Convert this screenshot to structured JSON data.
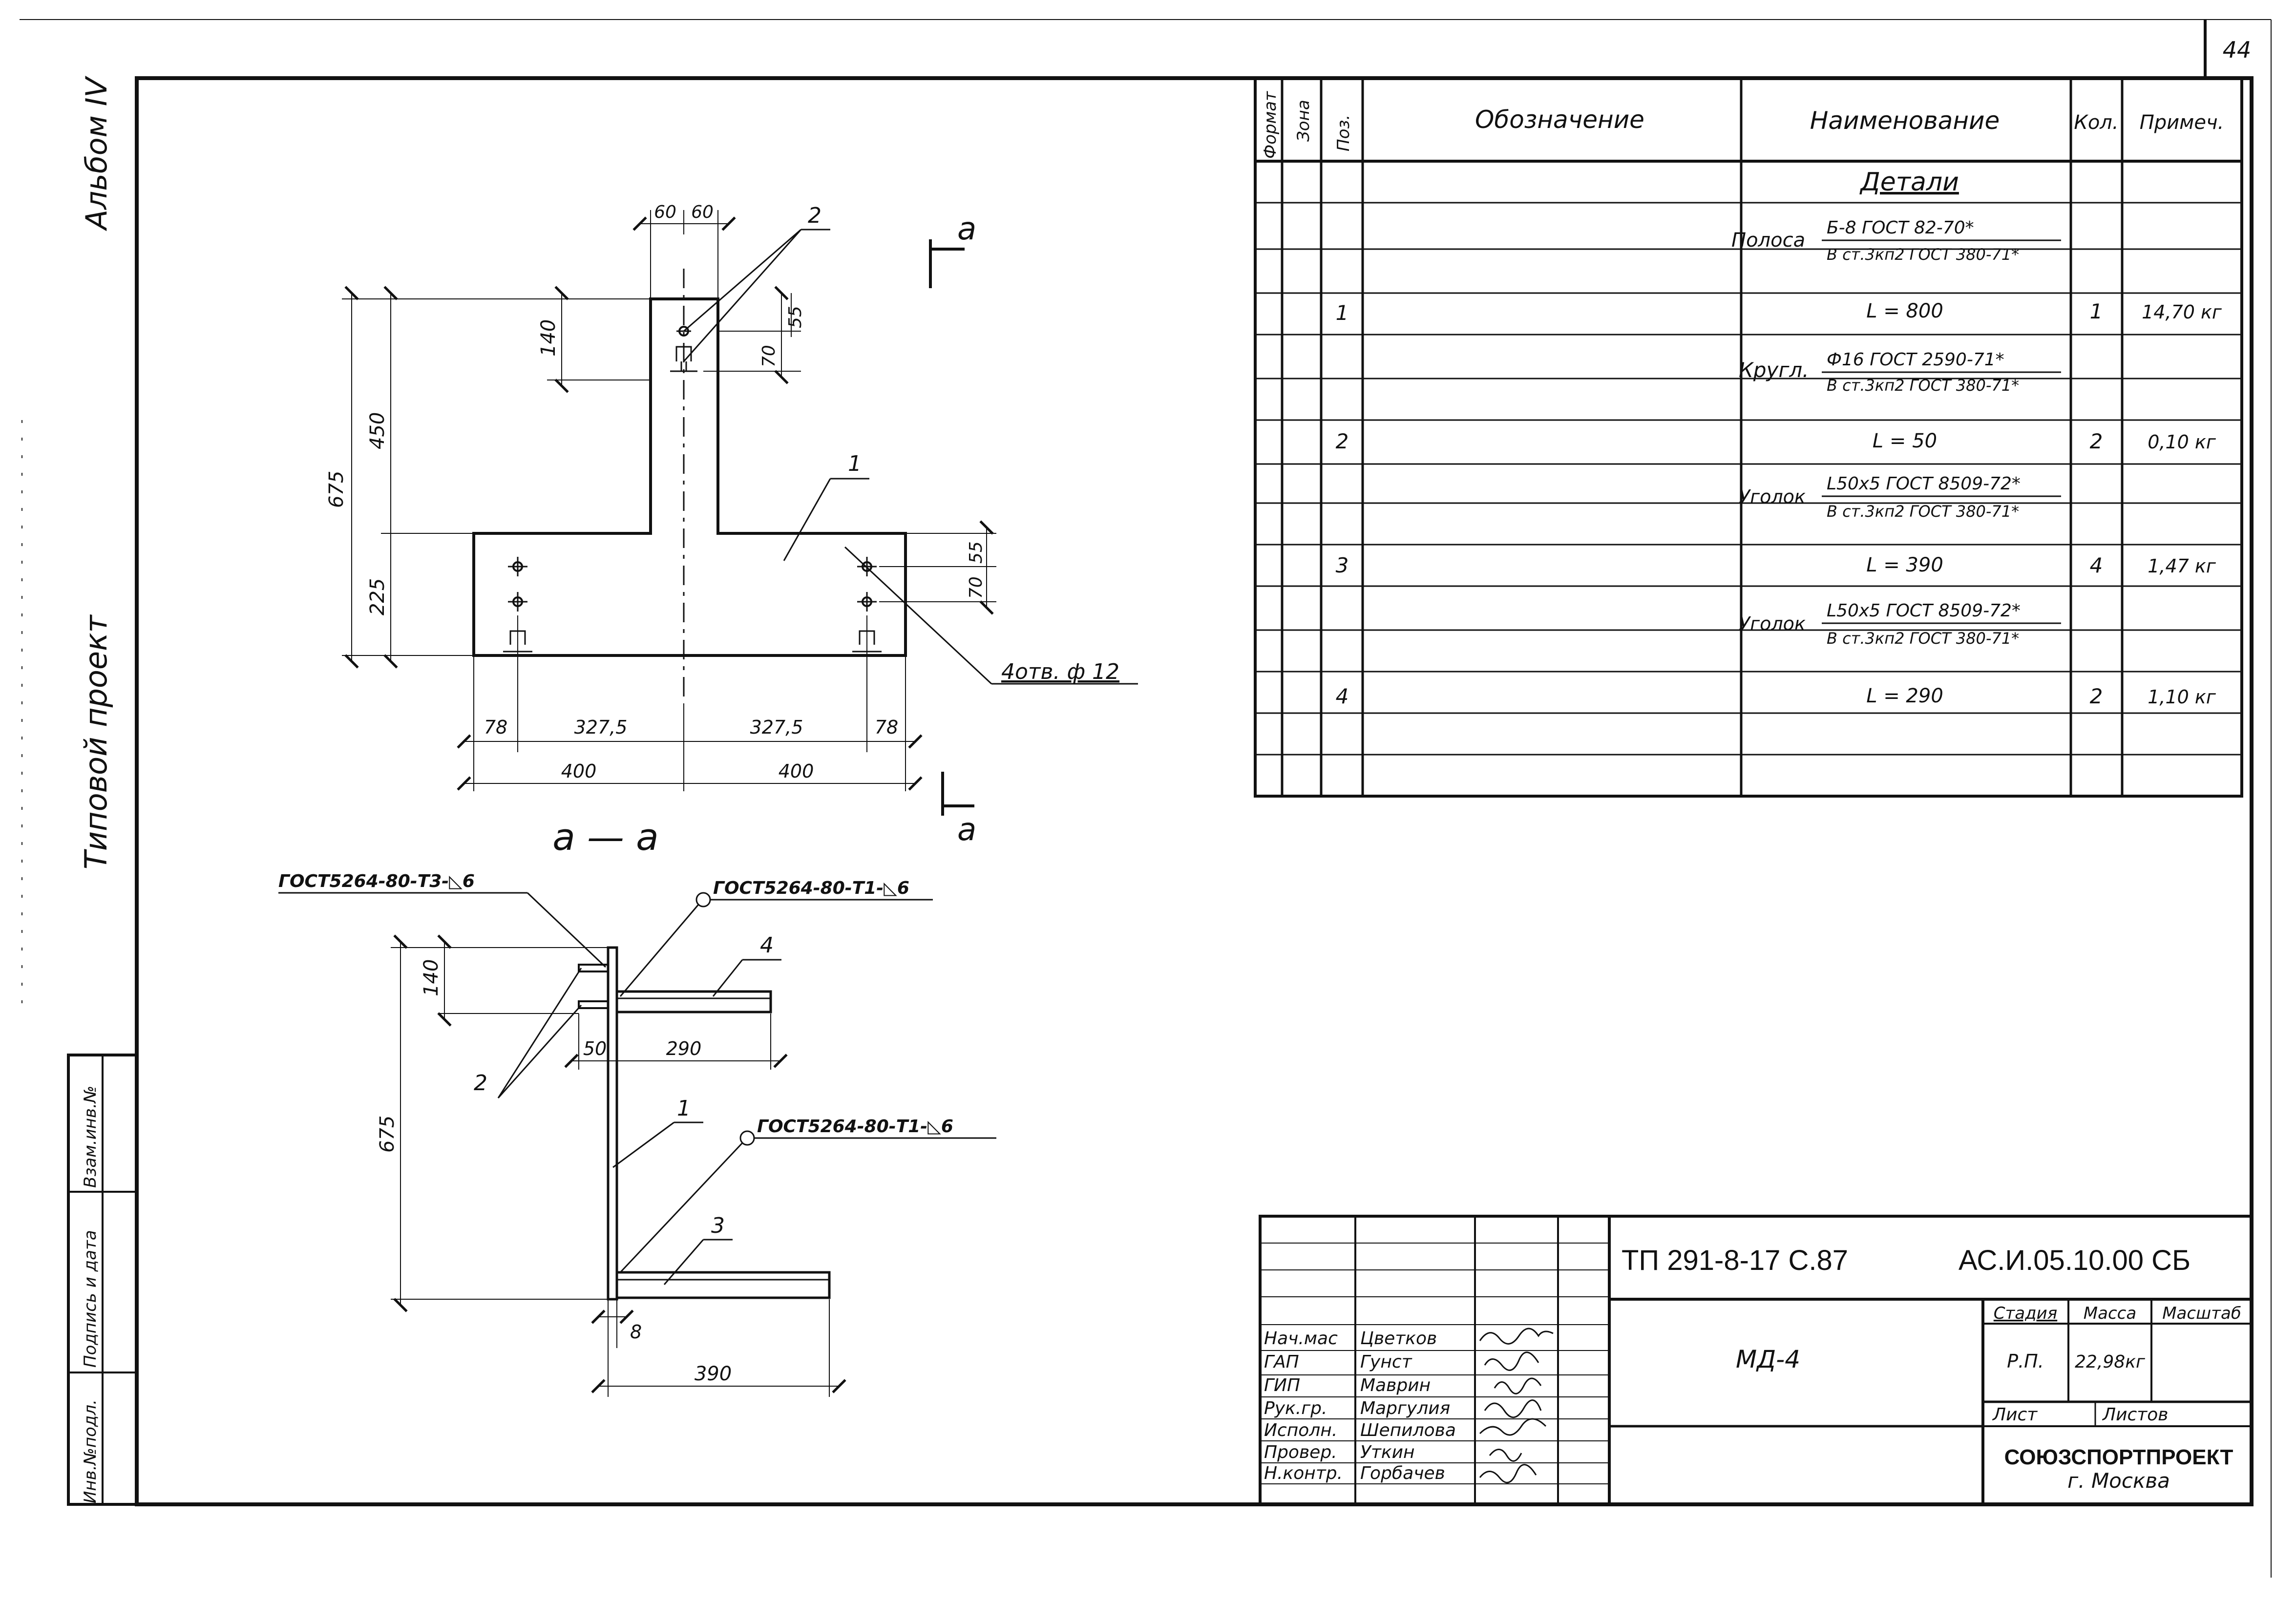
{
  "sheet": {
    "page_number": "44",
    "album": "Альбом IV",
    "project_type": "Типовой проект"
  },
  "side_stamp": [
    "Инв.№подл.",
    "Подпись и дата",
    "Взам.инв.№"
  ],
  "drawing": {
    "dims_top": [
      "60",
      "60"
    ],
    "dim_140": "140",
    "dim_450": "450",
    "dim_675": "675",
    "dim_225": "225",
    "dim_70a": "70",
    "dim_55a": "55",
    "dim_55b": "55",
    "dim_70b": "70",
    "dim_78a": "78",
    "dim_3275a": "327,5",
    "dim_3275b": "327,5",
    "dim_78b": "78",
    "dim_400a": "400",
    "dim_400b": "400",
    "holes_label": "4отв. ф 12",
    "pos_1": "1",
    "pos_2": "2",
    "section_mark": "а",
    "section_title": "а — а",
    "weld_1": "ГОСТ5264-80-Т3-◺6",
    "weld_2": "ГОСТ5264-80-Т1-◺6",
    "weld_3": "ГОСТ5264-80-Т1-◺6",
    "sec_dim_140": "140",
    "sec_dim_675": "675",
    "sec_dim_50": "50",
    "sec_dim_290": "290",
    "sec_dim_8": "8",
    "sec_dim_390": "390",
    "sec_pos_1": "1",
    "sec_pos_2": "2",
    "sec_pos_3": "3",
    "sec_pos_4": "4"
  },
  "spec": {
    "headers": {
      "format": "Формат",
      "zone": "Зона",
      "pos": "Поз.",
      "designation": "Обозначение",
      "name": "Наименование",
      "qty": "Кол.",
      "note": "Примеч."
    },
    "section_title": "Детали",
    "rows": [
      {
        "material": "Полоса",
        "top": "Б-8 ГОСТ 82-70*",
        "bottom": "В ст.3кп2 ГОСТ 380-71*"
      },
      {
        "pos": "1",
        "name": "L = 800",
        "qty": "1",
        "note": "14,70 кг"
      },
      {
        "material": "Кругл.",
        "top": "Ф16 ГОСТ 2590-71*",
        "bottom": "В ст.3кп2 ГОСТ 380-71*"
      },
      {
        "pos": "2",
        "name": "L = 50",
        "qty": "2",
        "note": "0,10 кг"
      },
      {
        "material": "Уголок",
        "top": "L50x5 ГОСТ 8509-72*",
        "bottom": "В ст.3кп2 ГОСТ 380-71*"
      },
      {
        "pos": "3",
        "name": "L = 390",
        "qty": "4",
        "note": "1,47 кг"
      },
      {
        "material": "Уголок",
        "top": "L50x5 ГОСТ 8509-72*",
        "bottom": "В ст.3кп2 ГОСТ 380-71*"
      },
      {
        "pos": "4",
        "name": "L = 290",
        "qty": "2",
        "note": "1,10 кг"
      }
    ]
  },
  "title_block": {
    "doc_number": "ТП 291-8-17 С.87",
    "code": "АС.И.05.10.00 СБ",
    "item_name": "МД-4",
    "stage_label": "Стадия",
    "mass_label": "Масса",
    "scale_label": "Масштаб",
    "stage": "Р.П.",
    "mass": "22,98кг",
    "sheet_label": "Лист",
    "sheets_label": "Листов",
    "org": "СОЮЗСПОРТПРОЕКТ",
    "city": "г. Москва",
    "roles": [
      {
        "role": "Нач.мас",
        "name": "Цветков"
      },
      {
        "role": "ГАП",
        "name": "Гунст"
      },
      {
        "role": "ГИП",
        "name": "Маврин"
      },
      {
        "role": "Рук.гр.",
        "name": "Маргулия"
      },
      {
        "role": "Исполн.",
        "name": "Шепилова"
      },
      {
        "role": "Провер.",
        "name": "Уткин"
      },
      {
        "role": "Н.контр.",
        "name": "Горбачев"
      }
    ]
  }
}
